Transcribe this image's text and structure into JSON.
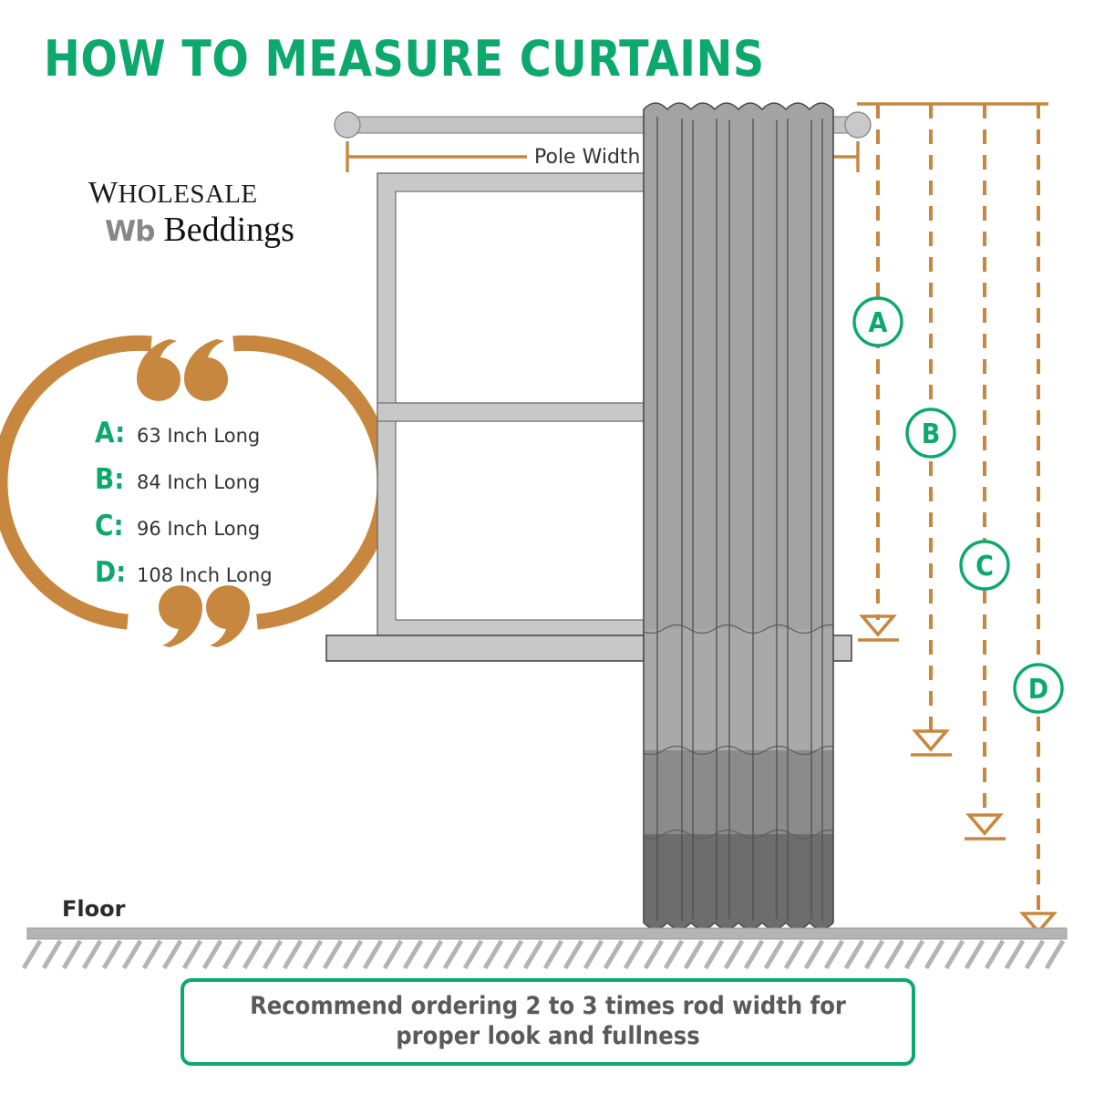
{
  "header": {
    "title": "HOW TO MEASURE CURTAINS"
  },
  "logo": {
    "line1_cap": "W",
    "line1_rest": "HOLESALE",
    "mark": "Wb",
    "line2": "Beddings"
  },
  "legend": {
    "items": [
      {
        "key": "A:",
        "value": "63 Inch Long"
      },
      {
        "key": "B:",
        "value": "84 Inch Long"
      },
      {
        "key": "C:",
        "value": "96 Inch Long"
      },
      {
        "key": "D:",
        "value": "108 Inch Long"
      }
    ]
  },
  "diagram": {
    "pole_width_label": "Pole Width",
    "floor_label": "Floor",
    "markers": [
      {
        "id": "A",
        "label": "A"
      },
      {
        "id": "B",
        "label": "B"
      },
      {
        "id": "C",
        "label": "C"
      },
      {
        "id": "D",
        "label": "D"
      }
    ]
  },
  "footer": {
    "line1": "Recommend ordering 2 to 3 times rod width for",
    "line2": "proper look and fullness"
  },
  "colors": {
    "green": "#0CA86E",
    "orange": "#C8873E",
    "text_dark": "#333333",
    "curtain_band_1": "#a0a0a0",
    "curtain_band_2": "#a8a8a8",
    "curtain_band_3": "#8a8a8a",
    "curtain_band_4": "#6b6b6b",
    "window_frame": "#c8c8c8",
    "floor": "#b0b0b0"
  }
}
